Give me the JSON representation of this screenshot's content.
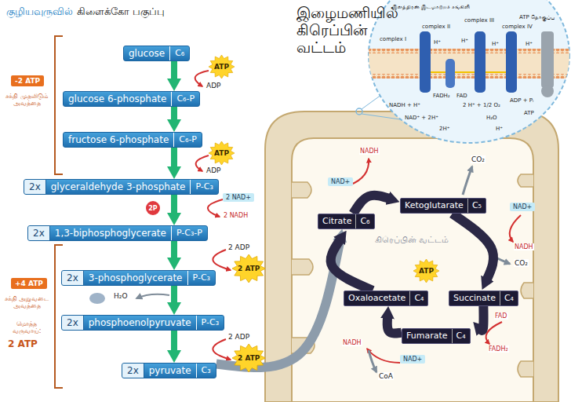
{
  "diagram": {
    "title": "இழைமணியில் கிரெப்பின் வட்டம்",
    "nodes": [
      {
        "text": [
          "glucose",
          "C₆"
        ]
      },
      {
        "text": [
          "glucose 6-phosphate",
          "C₆-P"
        ]
      },
      {
        "text": [
          "fructose 6-phosphate",
          "C₆-P"
        ]
      },
      {
        "text": [
          "2x",
          "glyceraldehyde 3-phosphate",
          "P-C₃"
        ]
      },
      {
        "text": [
          "2x",
          "1,3-biphosphoglycerate",
          "P-C₃-P"
        ]
      },
      {
        "text": [
          "2x",
          "3-phosphoglycerate",
          "P-C₃"
        ]
      },
      {
        "text": [
          "2x",
          "phosphoenolpyruvate",
          "P-C₃"
        ]
      },
      {
        "text": [
          "2x",
          "pyruvate",
          "C₃"
        ]
      },
      {
        "text": [
          "ATP"
        ]
      },
      {
        "text": [
          "ATP"
        ]
      },
      {
        "text": [
          "2 ATP"
        ]
      },
      {
        "text": [
          "2 ATP"
        ]
      },
      {
        "text": [
          "2P"
        ]
      },
      {
        "text": [
          "2 NAD+"
        ]
      },
      {
        "text": [
          "Citrate",
          "C₆"
        ]
      },
      {
        "text": [
          "Ketoglutarate",
          "C₅"
        ]
      },
      {
        "text": [
          "Succinate",
          "C₄"
        ]
      },
      {
        "text": [
          "Fumarate",
          "C₄"
        ]
      },
      {
        "text": [
          "Oxaloacetate",
          "C₄"
        ]
      },
      {
        "text": [
          "NAD+"
        ]
      },
      {
        "text": [
          "NAD+"
        ]
      },
      {
        "text": [
          "NAD+"
        ]
      },
      {
        "text": [
          "ATP"
        ]
      },
      {
        "text": [
          "-2 ATP"
        ]
      },
      {
        "text": [
          "+4 ATP"
        ]
      }
    ],
    "edges": [
      {
        "from": 0,
        "to": 1,
        "arrow": "to"
      },
      {
        "from": 1,
        "to": 2,
        "arrow": "to"
      },
      {
        "from": 2,
        "to": 3,
        "arrow": "to"
      },
      {
        "from": 3,
        "to": 4,
        "arrow": "to"
      },
      {
        "from": 4,
        "to": 5,
        "arrow": "to"
      },
      {
        "from": 5,
        "to": 6,
        "arrow": "to"
      },
      {
        "from": 6,
        "to": 7,
        "arrow": "to"
      },
      {
        "from": 7,
        "to": 14,
        "arrow": "to"
      },
      {
        "from": 14,
        "to": 15,
        "arrow": "to"
      },
      {
        "from": 15,
        "to": 16,
        "arrow": "to"
      },
      {
        "from": 16,
        "to": 17,
        "arrow": "to"
      },
      {
        "from": 17,
        "to": 18,
        "arrow": "to"
      },
      {
        "from": 18,
        "to": 14,
        "arrow": "to"
      }
    ],
    "labels": [
      "குழியவுருவில்",
      "கிளைக்கோ பகுப்பு",
      "சக்தி முதலிடும் அவத்தை",
      "சக்தி அறுவடை அவத்தை",
      "மொத்த வருவாய்:",
      "2 ATP",
      "ADP",
      "ADP",
      "2 NADH",
      "2 ADP",
      "2 ADP",
      "H₂O",
      "NADH",
      "CO₂",
      "NADH",
      "CO₂",
      "FAD",
      "FADH₂",
      "NADH",
      "CoA",
      "கிரெப்பின் வட்டம்",
      "இலத்திரன் இடமாற்றச் சங்கிலி",
      "ATP தொகுப்பு",
      "complex I",
      "complex II",
      "complex III",
      "complex IV",
      "NADH + H⁺",
      "NAD⁺ + 2H⁺",
      "FADH₂",
      "FAD",
      "2 H⁺ + 1/2 O₂",
      "H₂O",
      "ADP + Pᵢ",
      "ATP",
      "2H⁺",
      "H⁺",
      "H⁺",
      "H⁺",
      "H⁺",
      "H⁺"
    ]
  }
}
